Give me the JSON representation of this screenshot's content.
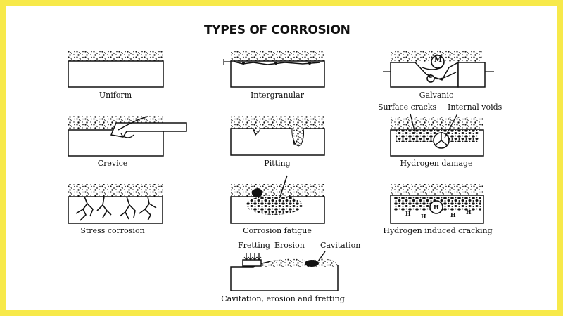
{
  "title": "TYPES OF CORROSION",
  "panels": {
    "uniform": "Uniform",
    "intergranular": "Intergranular",
    "galvanic": "Galvanic",
    "crevice": "Crevice",
    "pitting": "Pitting",
    "hydrogen_damage": "Hydrogen damage",
    "stress_corrosion": "Stress corrosion",
    "corrosion_fatigue": "Corrosion fatigue",
    "hydrogen_induced_cracking": "Hydrogen induced cracking",
    "cavitation_erosion_fretting": "Cavitation, erosion and fretting"
  },
  "labels": {
    "surface_cracks": "Surface cracks",
    "internal_voids": "Internal voids",
    "fretting": "Fretting",
    "erosion": "Erosion",
    "cavitation": "Cavitation",
    "galvanic_m": "M",
    "galvanic_e": "e",
    "hydrogen_h": "H"
  }
}
